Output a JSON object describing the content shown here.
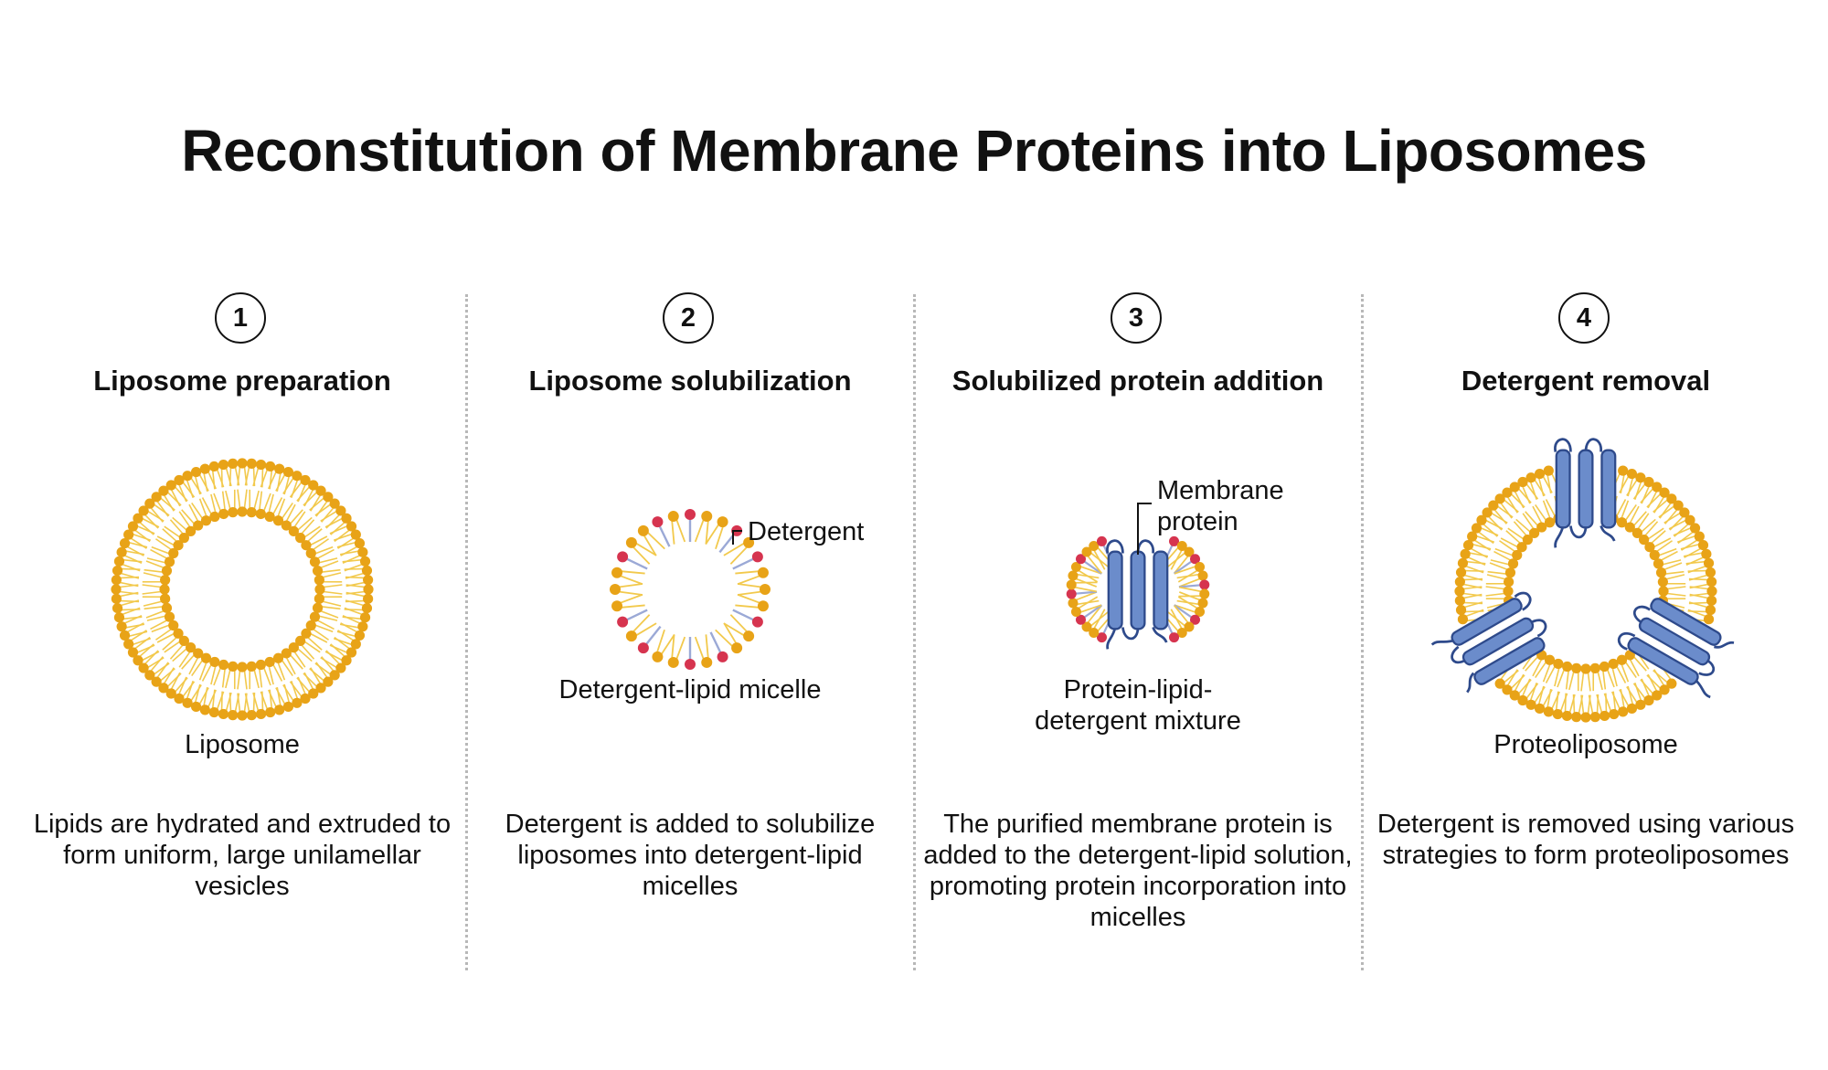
{
  "title": "Reconstitution of Membrane Proteins into Liposomes",
  "colors": {
    "lipid_head": "#E8A317",
    "lipid_tail": "#F2C94C",
    "detergent_head": "#D6344F",
    "detergent_tail": "#9BA9D6",
    "protein": "#6B8CCB",
    "protein_outline": "#2E4A8B"
  },
  "steps": [
    {
      "number": "1",
      "title": "Liposome preparation",
      "figure_label": "Liposome",
      "description": "Lipids are hydrated and extruded to form uniform, large unilamellar vesicles"
    },
    {
      "number": "2",
      "title": "Liposome solubilization",
      "figure_label": "Detergent-lipid micelle",
      "callout": "Detergent",
      "description": "Detergent is added to solubilize liposomes into detergent-lipid micelles"
    },
    {
      "number": "3",
      "title": "Solubilized protein addition",
      "figure_label": "Protein-lipid-detergent mixture",
      "callout": "Membrane protein",
      "description": "The purified membrane protein is added to the detergent-lipid solution, promoting protein incorporation into micelles"
    },
    {
      "number": "4",
      "title": "Detergent removal",
      "figure_label": "Proteoliposome",
      "description": "Detergent is removed using various strategies to form proteoliposomes"
    }
  ]
}
